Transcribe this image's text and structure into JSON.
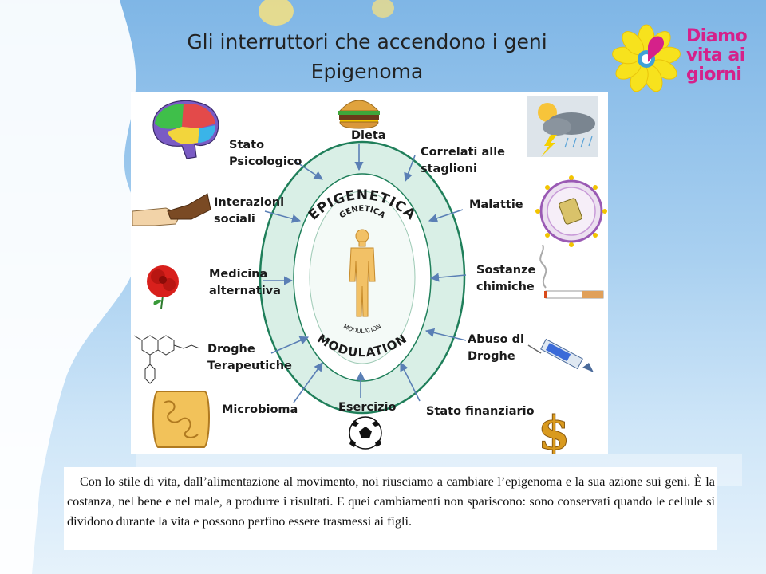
{
  "slide": {
    "title_line1": "Gli interruttori che accendono i geni",
    "title_line2": "Epigenoma"
  },
  "logo": {
    "line1": "Diamo",
    "line2": "vita ai",
    "line3": "giorni",
    "text_color": "#d5218a",
    "petal_color": "#f7e21d",
    "heart_color": "#d5218a"
  },
  "diagram": {
    "outer_ring_label": "EPIGENETICA",
    "outer_ring_bottom_label": "MODULATION",
    "inner_label": "GENETICA",
    "inner_bottom_label": "MODULATION",
    "ring_color": "#d9efe6",
    "factors": {
      "dieta": "Dieta",
      "stato_psicologico_1": "Stato",
      "stato_psicologico_2": "Psicologico",
      "correlati_1": "Correlati alle",
      "correlati_2": "staglioni",
      "interazioni_1": "Interazioni",
      "interazioni_2": "sociali",
      "malattie": "Malattie",
      "medicina_1": "Medicina",
      "medicina_2": "alternativa",
      "sostanze_1": "Sostanze",
      "sostanze_2": "chimiche",
      "droghe_1": "Droghe",
      "droghe_2": "Terapeutiche",
      "abuso_1": "Abuso di",
      "abuso_2": "Droghe",
      "microbioma": "Microbioma",
      "esercizio": "Esercizio",
      "stato_finanziario": "Stato finanziario"
    },
    "icons": {
      "top": "burger-icon",
      "top_left": "brain-icon",
      "top_right": "weather-storm-icon",
      "left_upper": "handshake-icon",
      "right_upper": "virus-icon",
      "left_middle": "rose-icon",
      "right_middle": "cigarette-icon",
      "left_lower": "molecule-icon",
      "right_lower": "syringe-icon",
      "bottom_left": "intestine-icon",
      "bottom": "soccer-ball-icon",
      "bottom_right": "dollar-icon"
    },
    "arrow_color": "#5a7fb5"
  },
  "caption": {
    "text": "Con lo stile di vita, dall’alimentazione al movimento, noi riusciamo a cambiare l’epigenoma e la sua azione sui geni. È la costanza, nel bene e nel male, a produrre i risultati. E quei cambiamenti non spariscono: sono conservati quando le cellule si dividono durante la vita e possono perfino essere trasmessi ai figli."
  }
}
